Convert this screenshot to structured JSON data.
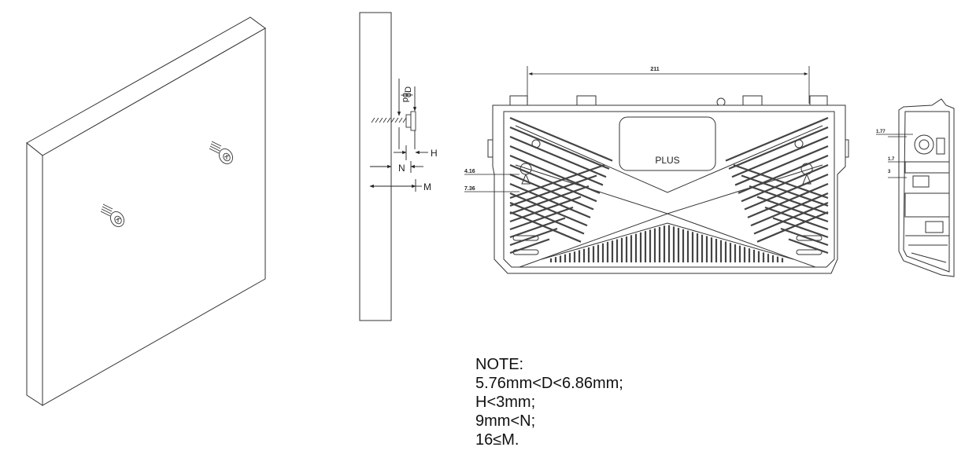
{
  "dimensions": {
    "width_211": "211",
    "val_416": "4.16",
    "val_736": "7.36",
    "val_177": "1.77",
    "val_17": "1.7",
    "val_3": "3"
  },
  "router": {
    "logo": "PLUS"
  },
  "screw_labels": {
    "phi_d": "ϕd",
    "phi_D": "ϕD",
    "H": "H",
    "N": "N",
    "M": "M"
  },
  "note": {
    "title": "NOTE:",
    "lines": [
      "5.76mm<D<6.86mm;",
      "H<3mm;",
      "9mm<N;",
      "16≤M."
    ]
  },
  "colors": {
    "line": "#333333",
    "background": "#ffffff"
  }
}
